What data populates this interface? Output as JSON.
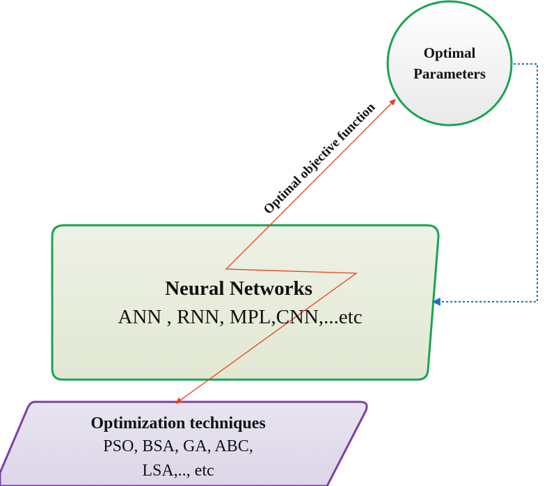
{
  "diagram": {
    "optimal_parameters": {
      "line1": "Optimal",
      "line2": "Parameters",
      "stroke_color": "#1aa352",
      "fill_color": "#f3f3f3"
    },
    "neural_networks": {
      "title": "Neural Networks",
      "subtitle": "ANN , RNN, MPL,CNN,...etc",
      "stroke_color": "#1aa352",
      "fill_color": "#e7ecdc"
    },
    "optimization": {
      "title": "Optimization techniques",
      "line2": "PSO, BSA, GA, ABC,",
      "line3": "LSA,.., etc",
      "stroke_color": "#7b3fa8",
      "fill_color": "#e2ddec"
    },
    "arrow_label": "Optimal objective function",
    "arrow_color": "#e8401c",
    "feedback_color": "#1f6fbd"
  }
}
